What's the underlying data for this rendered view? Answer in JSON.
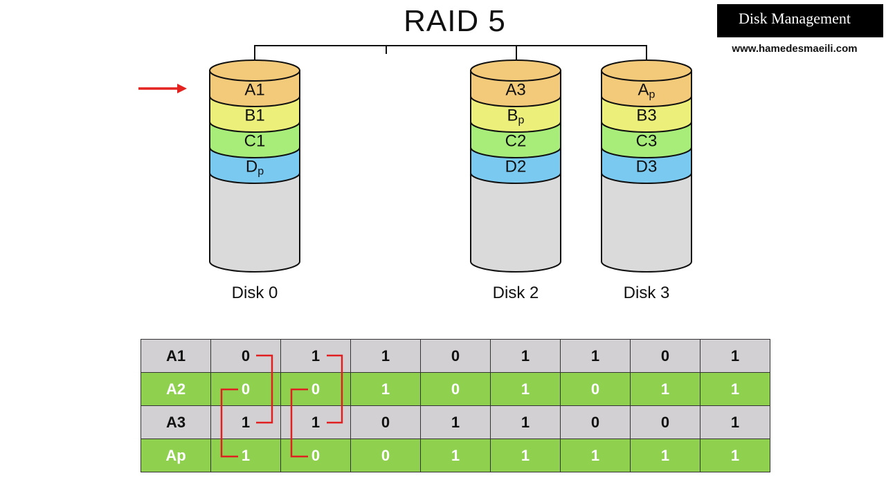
{
  "title": "RAID 5",
  "brand": {
    "name": "Disk Management",
    "url": "www.hamedesmaeili.com"
  },
  "colors": {
    "a": "#f3c97a",
    "b": "#ecf07a",
    "c": "#a8ec7a",
    "d": "#7ac9f0",
    "body": "#dadada",
    "gray_row": "#d2d0d2",
    "green_row": "#8fd14f",
    "arrow": "#e4221f"
  },
  "disks": [
    {
      "label": "Disk 0",
      "segments": [
        {
          "main": "A1",
          "sub": ""
        },
        {
          "main": "B1",
          "sub": ""
        },
        {
          "main": "C1",
          "sub": ""
        },
        {
          "main": "D",
          "sub": "p"
        }
      ]
    },
    {
      "label": "Disk 2",
      "segments": [
        {
          "main": "A3",
          "sub": ""
        },
        {
          "main": "B",
          "sub": "p"
        },
        {
          "main": "C2",
          "sub": ""
        },
        {
          "main": "D2",
          "sub": ""
        }
      ]
    },
    {
      "label": "Disk 3",
      "segments": [
        {
          "main": "A",
          "sub": "p"
        },
        {
          "main": "B3",
          "sub": ""
        },
        {
          "main": "C3",
          "sub": ""
        },
        {
          "main": "D3",
          "sub": ""
        }
      ]
    }
  ],
  "table": [
    {
      "label": "A1",
      "bits": [
        "0",
        "1",
        "1",
        "0",
        "1",
        "1",
        "0",
        "1"
      ]
    },
    {
      "label": "A2",
      "bits": [
        "0",
        "0",
        "1",
        "0",
        "1",
        "0",
        "1",
        "1"
      ]
    },
    {
      "label": "A3",
      "bits": [
        "1",
        "1",
        "0",
        "1",
        "1",
        "0",
        "0",
        "1"
      ]
    },
    {
      "label": "Ap",
      "bits": [
        "1",
        "0",
        "0",
        "1",
        "1",
        "1",
        "1",
        "1"
      ]
    }
  ]
}
